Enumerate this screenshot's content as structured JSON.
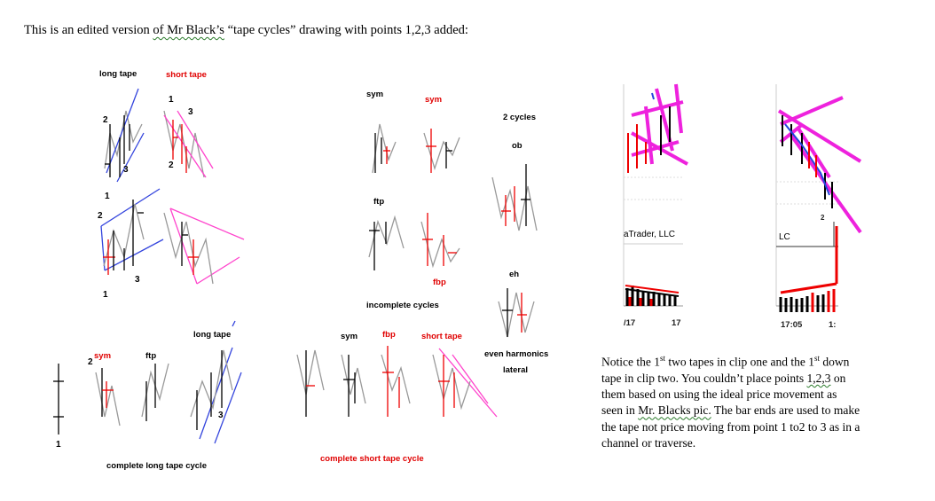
{
  "title": {
    "p1": "This is an edited version ",
    "p2": "of  Mr  Black’s",
    "p3": "  “tape cycles” drawing with  points 1,2,3 added:"
  },
  "labels": {
    "long_tape": "long tape",
    "short_tape": "short tape",
    "sym": "sym",
    "ftp": "ftp",
    "fbp": "fbp",
    "two_cycles": "2 cycles",
    "ob": "ob",
    "eh": "eh",
    "incomplete_cycles": "incomplete cycles",
    "even_harmonics": "even harmonics",
    "lateral": "lateral",
    "complete_long_tape_cycle": "complete long tape cycle",
    "complete_short_tape_cycle": "complete short tape cycle"
  },
  "points": {
    "one": "1",
    "two": "2",
    "three": "3"
  },
  "clip1": {
    "caption": "aTrader, LLC",
    "time_a": "/17",
    "time_b": "17"
  },
  "clip2": {
    "caption": "LC",
    "time_a": "17:05",
    "time_b": "1:",
    "red_mark": "2"
  },
  "note": {
    "l1a": "Notice the 1",
    "l1s": "st",
    "l1b": " two tapes in clip one and the 1",
    "l1s2": "st",
    "l1c": " down",
    "l2": "tape in clip two.  You couldn’t place points ",
    "l2w": "1,2,3",
    "l2b": " on",
    "l3": "them based on using the ideal price movement as",
    "l4a": "seen in ",
    "l4w": "Mr. Blacks pic.",
    "l4b": " The bar ends are used to make",
    "l5": "the tape not price moving from point 1 to2 to 3 as in a",
    "l6": "channel or traverse."
  }
}
